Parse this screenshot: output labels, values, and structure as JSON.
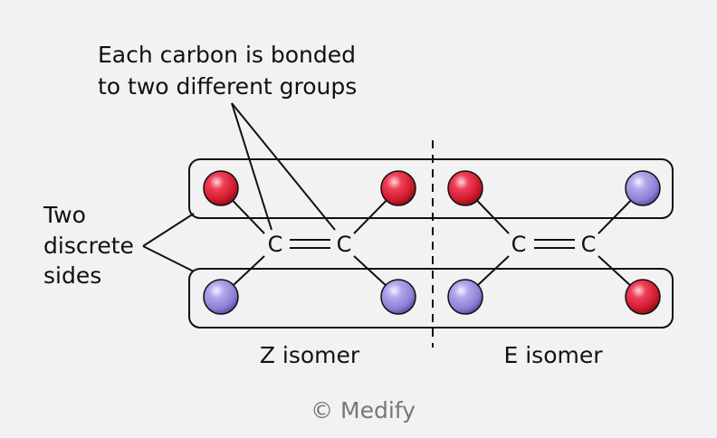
{
  "annotations": {
    "top_line1": "Each carbon is bonded",
    "top_line2": "to two different groups",
    "left_line1": "Two",
    "left_line2": "discrete",
    "left_line3": "sides"
  },
  "isomers": {
    "z_label": "Z isomer",
    "e_label": "E isomer"
  },
  "atoms": {
    "carbon": "C"
  },
  "colors": {
    "background": "#f2f2f2",
    "group_red": "#dd2233",
    "group_purple": "#9a8fdc",
    "lines": "#111111",
    "watermark": "#777777"
  },
  "watermark": "© Medify"
}
